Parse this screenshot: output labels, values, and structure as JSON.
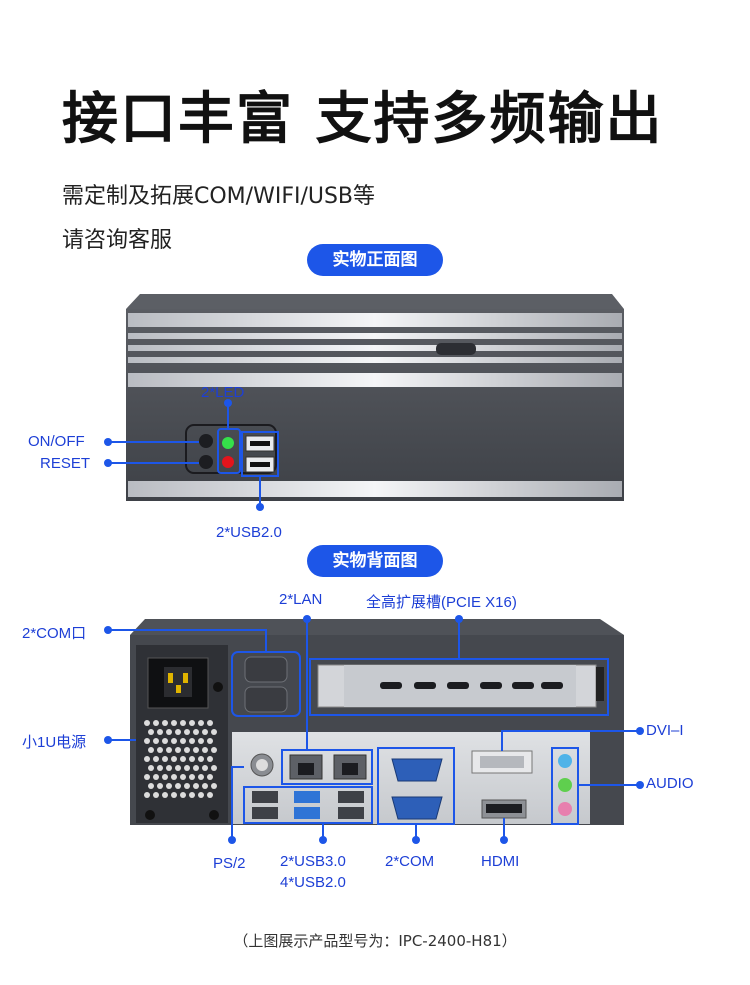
{
  "header": {
    "title": "接口丰富 支持多频输出",
    "subtitle_line1": "需定制及拓展COM/WIFI/USB等",
    "subtitle_line2": "请咨询客服"
  },
  "front": {
    "section_label": "实物正面图",
    "labels": {
      "led": "2*LED",
      "onoff": "ON/OFF",
      "reset": "RESET",
      "usb": "2*USB2.0"
    }
  },
  "back": {
    "section_label": "实物背面图",
    "labels": {
      "lan": "2*LAN",
      "pcie": "全高扩展槽(PCIE X16)",
      "com_top": "2*COM口",
      "psu": "小1U电源",
      "dvi": "DVI–I",
      "audio": "AUDIO",
      "ps2": "PS/2",
      "usb_line1": "2*USB3.0",
      "usb_line2": "4*USB2.0",
      "com_bottom": "2*COM",
      "hdmi": "HDMI"
    }
  },
  "footer": {
    "note": "（上图展示产品型号为：IPC-2400-H81）"
  }
}
